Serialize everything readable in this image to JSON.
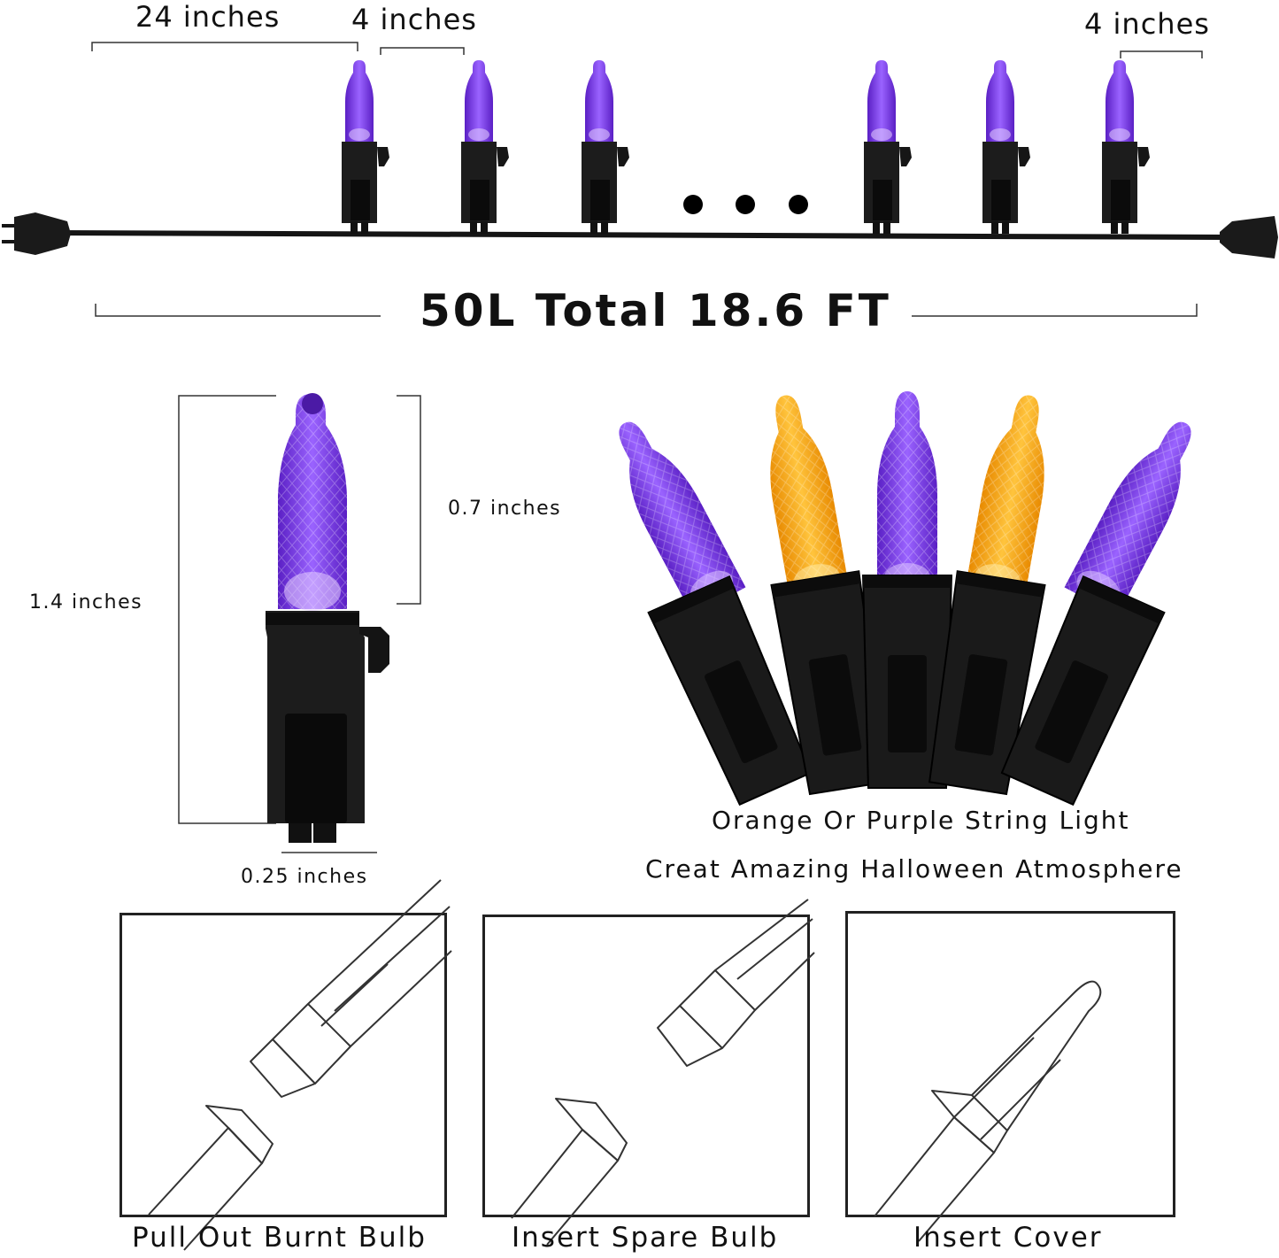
{
  "top": {
    "dim_first": "24 inches",
    "dim_spacing": "4 inches",
    "dim_end": "4 inches",
    "total": "50L Total 18.6 FT",
    "dots": [
      "•",
      "•",
      "•"
    ]
  },
  "detail": {
    "height_total": "1.4 inches",
    "height_bulb": "0.7 inches",
    "width_base": "0.25 inches"
  },
  "cluster": {
    "caption_line1": "Orange Or Purple String Light",
    "caption_line2": "Creat Amazing Halloween Atmosphere"
  },
  "steps": [
    {
      "label": "Pull Out Burnt Bulb"
    },
    {
      "label": "Insert Spare Bulb"
    },
    {
      "label": "Insert Cover"
    }
  ],
  "colors": {
    "purple": "#7a3de0",
    "purple_light": "#b58cff",
    "orange": "#f6a318",
    "orange_light": "#ffd36b",
    "socket": "#1c1c1c",
    "wire": "#151515"
  }
}
